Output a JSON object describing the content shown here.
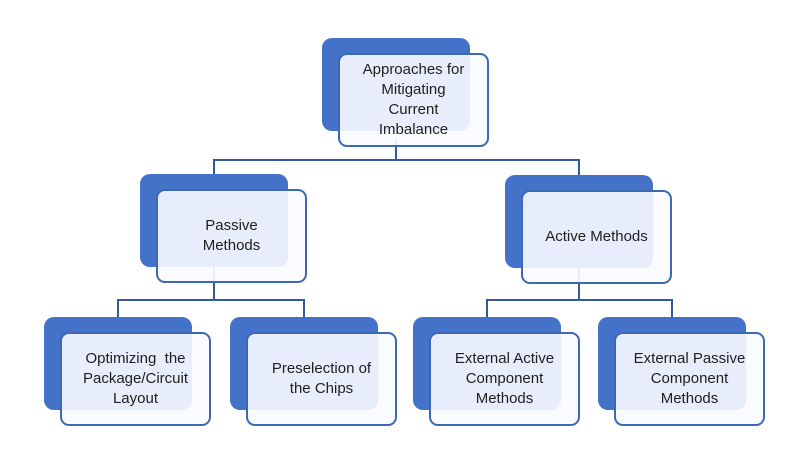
{
  "diagram": {
    "type": "hierarchy",
    "title": "Approaches for Mitigating Current Imbalance",
    "nodes": [
      {
        "id": "root",
        "parent": null,
        "label": "Approaches for\nMitigating\nCurrent\nImbalance"
      },
      {
        "id": "passive-methods",
        "parent": "root",
        "label": "Passive\nMethods"
      },
      {
        "id": "active-methods",
        "parent": "root",
        "label": "Active Methods"
      },
      {
        "id": "optimizing-layout",
        "parent": "passive-methods",
        "label": "Optimizing  the\nPackage/Circuit\nLayout"
      },
      {
        "id": "preselection-chips",
        "parent": "passive-methods",
        "label": "Preselection of\nthe Chips"
      },
      {
        "id": "external-active",
        "parent": "active-methods",
        "label": "External Active\nComponent\nMethods"
      },
      {
        "id": "external-passive",
        "parent": "active-methods",
        "label": "External Passive\nComponent\nMethods"
      }
    ],
    "colors": {
      "shadow": "#4472C8",
      "border": "#3C68B4",
      "connector": "#33599F",
      "text": "#1E1E1E",
      "background": "#FFFFFF"
    }
  }
}
